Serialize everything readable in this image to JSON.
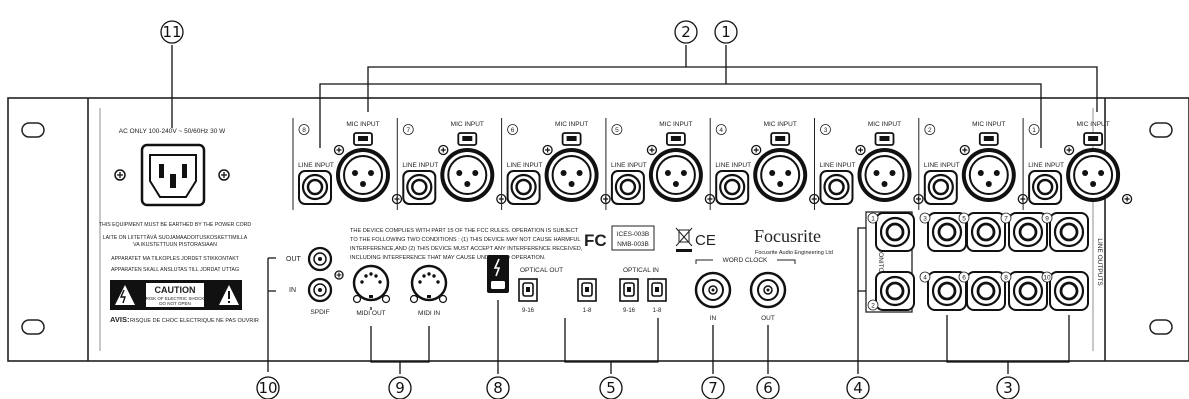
{
  "callouts": [
    "1",
    "2",
    "3",
    "4",
    "5",
    "6",
    "7",
    "8",
    "9",
    "10",
    "11"
  ],
  "power": {
    "rating": "AC ONLY 100-240V ~ 50/60Hz 30 W",
    "warning_lines": [
      "THIS EQUIPMENT MUST BE EARTHED BY THE POWER CORD",
      "LAITE ON LIITETTÄVÄ SUOJAMAADOITUSKOSKETTIMILLA",
      "VA IKUSTETTUUN PISTORASIAAN",
      "APPARATET MA TILKOPLES JORDET STIKKONTAKT",
      "APPARATEN SKALL ANSLUTAS TILL JORDAT UTTAG"
    ],
    "caution_title": "CAUTION",
    "caution_line1": "RISK OF ELECTRIC SHOCK",
    "caution_line2": "DO NOT OPEN",
    "avis": "AVIS:",
    "avis_text": "RISQUE DE CHOC ELECTRIQUE NE PAS OUVRIR"
  },
  "channels": [
    {
      "num": "8",
      "line": "LINE INPUT",
      "mic": "MIC INPUT"
    },
    {
      "num": "7",
      "line": "LINE INPUT",
      "mic": "MIC INPUT"
    },
    {
      "num": "6",
      "line": "LINE INPUT",
      "mic": "MIC INPUT"
    },
    {
      "num": "5",
      "line": "LINE INPUT",
      "mic": "MIC INPUT"
    },
    {
      "num": "4",
      "line": "LINE INPUT",
      "mic": "MIC INPUT"
    },
    {
      "num": "3",
      "line": "LINE INPUT",
      "mic": "MIC INPUT"
    },
    {
      "num": "2",
      "line": "LINE INPUT",
      "mic": "MIC INPUT"
    },
    {
      "num": "1",
      "line": "LINE INPUT",
      "mic": "MIC INPUT"
    }
  ],
  "fcc_lines": [
    "THE DEVICE COMPLIES WITH PART 15 OF THE FCC RULES. OPERATION IS SUBJECT",
    "TO THE FOLLOWING TWO CONDITIONS : (1) THIS DEVICE MAY NOT CAUSE HARMFUL",
    "INTERFERENCE,AND (2) THIS DEVICE MUST ACCEPT ANY INTERFERENCE RECEIVED,",
    "INCLUDING INTERFERENCE THAT MAY CAUSE UNDESIRED OPERATION."
  ],
  "fc_mark": "FC",
  "ices_line1": "ICES-003B",
  "ices_line2": "NMB-003B",
  "ce_mark": "CE",
  "brand": "Focusrite",
  "brand_sub": "Focusrite Audio Engineering Ltd",
  "spdif": {
    "out": "OUT",
    "in": "IN",
    "label": "SPDIF"
  },
  "midi": {
    "out": "MIDI OUT",
    "in": "MIDI IN"
  },
  "optical": {
    "out_label": "OPTICAL OUT",
    "in_label": "OPTICAL IN",
    "port_labels": [
      "9-16",
      "1-8",
      "9-16",
      "1-8"
    ]
  },
  "word_clock": {
    "label": "WORD CLOCK",
    "in": "IN",
    "out": "OUT"
  },
  "monitor_label": "MONITOR",
  "monitor_nums": [
    "1",
    "2"
  ],
  "line_outputs_label": "LINE OUTPUTS",
  "line_output_nums": [
    "3",
    "5",
    "7",
    "9",
    "4",
    "6",
    "8",
    "10"
  ]
}
